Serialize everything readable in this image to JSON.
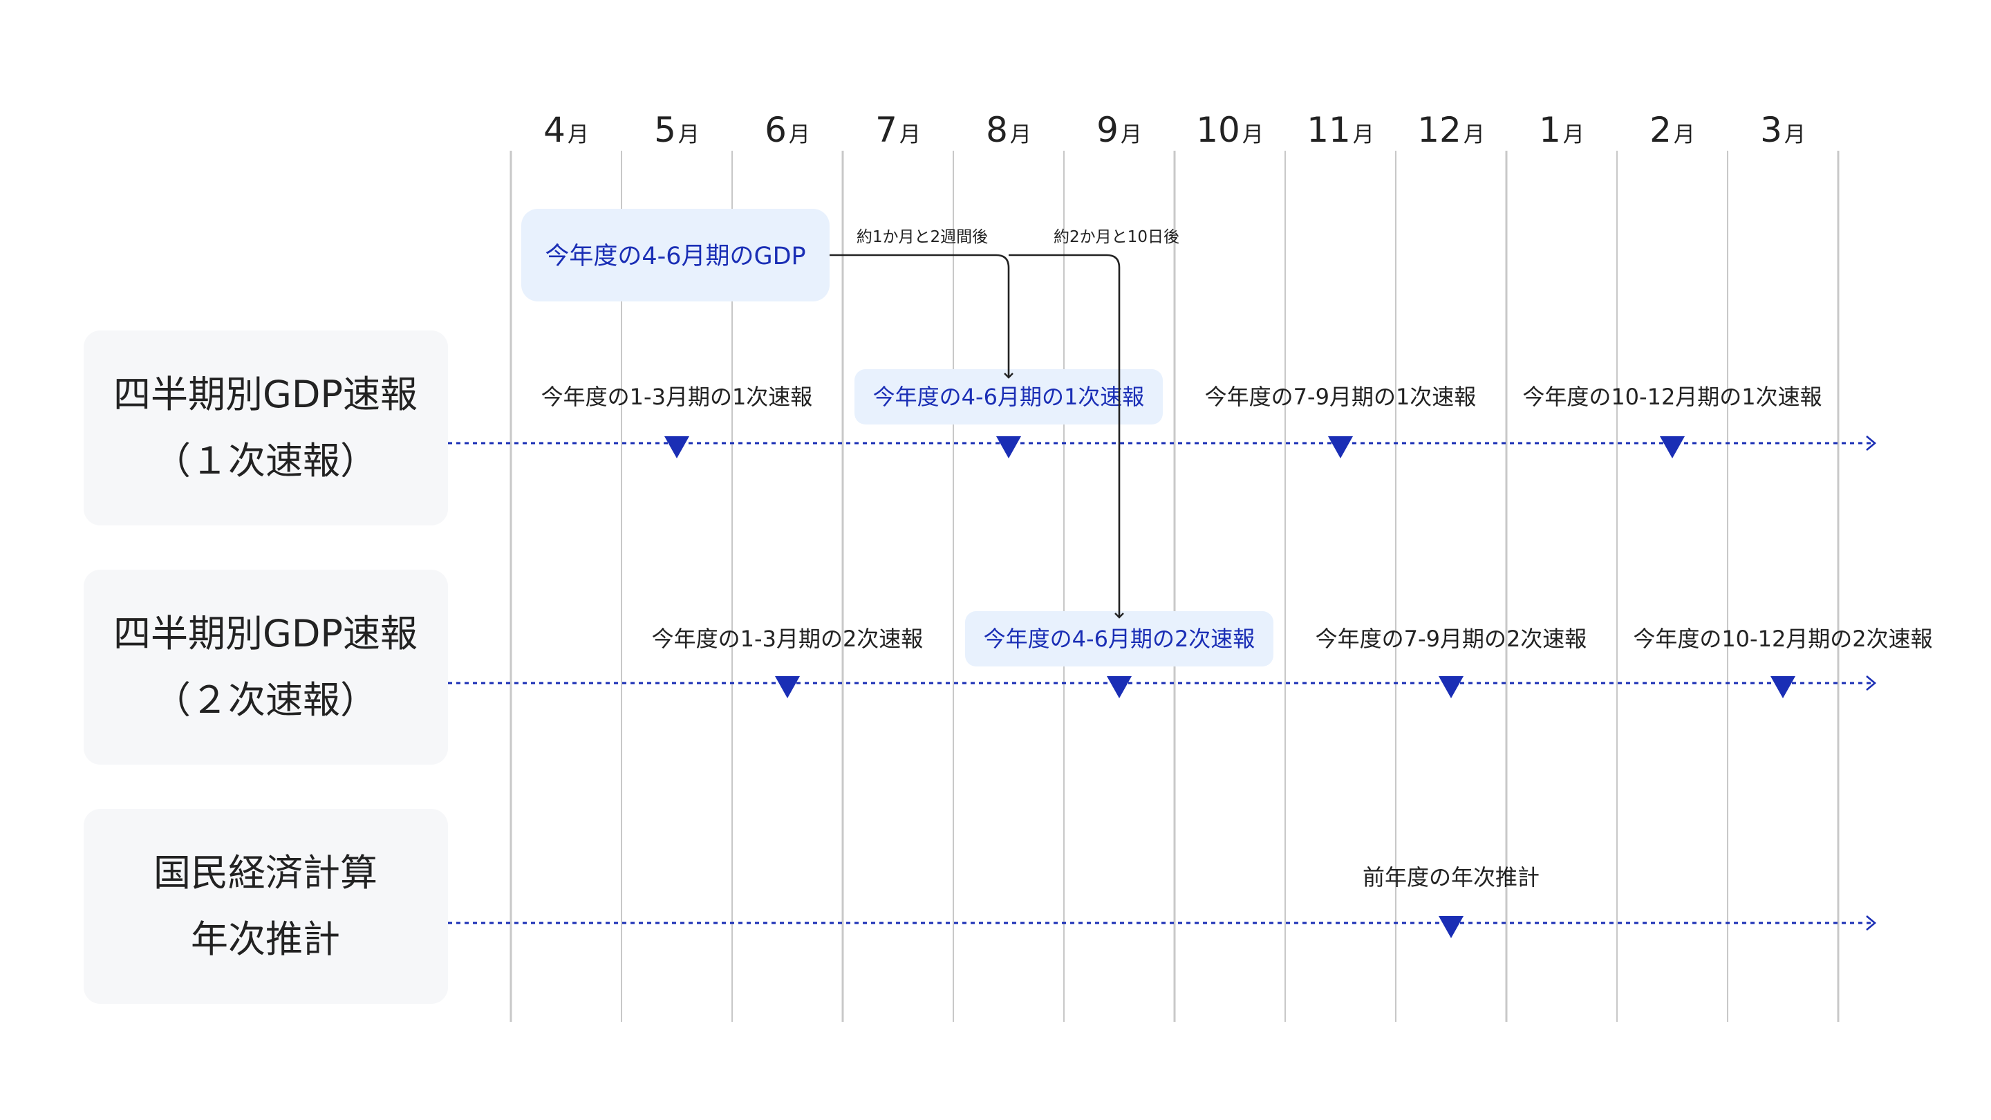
{
  "months": [
    {
      "num": "4",
      "unit": "月"
    },
    {
      "num": "5",
      "unit": "月"
    },
    {
      "num": "6",
      "unit": "月"
    },
    {
      "num": "7",
      "unit": "月"
    },
    {
      "num": "8",
      "unit": "月"
    },
    {
      "num": "9",
      "unit": "月"
    },
    {
      "num": "10",
      "unit": "月"
    },
    {
      "num": "11",
      "unit": "月"
    },
    {
      "num": "12",
      "unit": "月"
    },
    {
      "num": "1",
      "unit": "月"
    },
    {
      "num": "2",
      "unit": "月"
    },
    {
      "num": "3",
      "unit": "月"
    }
  ],
  "top_box": {
    "label": "今年度の4-6月期のGDP"
  },
  "lags": {
    "first": "約1か月と2週間後",
    "second": "約2か月と10日後"
  },
  "rows": [
    {
      "title_lines": [
        "四半期別GDP速報",
        "（１次速報）"
      ],
      "events": [
        {
          "label": "今年度の1-3月期の1次速報",
          "month_index": 1,
          "highlight": false
        },
        {
          "label": "今年度の4-6月期の1次速報",
          "month_index": 4,
          "highlight": true
        },
        {
          "label": "今年度の7-9月期の1次速報",
          "month_index": 7,
          "highlight": false
        },
        {
          "label": "今年度の10-12月期の1次速報",
          "month_index": 10,
          "highlight": false
        }
      ]
    },
    {
      "title_lines": [
        "四半期別GDP速報",
        "（２次速報）"
      ],
      "events": [
        {
          "label": "今年度の1-3月期の2次速報",
          "month_index": 2,
          "highlight": false
        },
        {
          "label": "今年度の4-6月期の2次速報",
          "month_index": 5,
          "highlight": true
        },
        {
          "label": "今年度の7-9月期の2次速報",
          "month_index": 8,
          "highlight": false
        },
        {
          "label": "今年度の10-12月期の2次速報",
          "month_index": 11,
          "highlight": false
        }
      ]
    },
    {
      "title_lines": [
        "国民経済計算",
        "年次推計"
      ],
      "events": [
        {
          "label": "前年度の年次推計",
          "month_index": 8,
          "highlight": false
        }
      ]
    }
  ],
  "colors": {
    "accent": "#1a2eb5",
    "highlight_bg": "#e8f1fd",
    "row_bg": "#f6f7f9",
    "grid": "#c8c8c8",
    "text": "#222222"
  }
}
